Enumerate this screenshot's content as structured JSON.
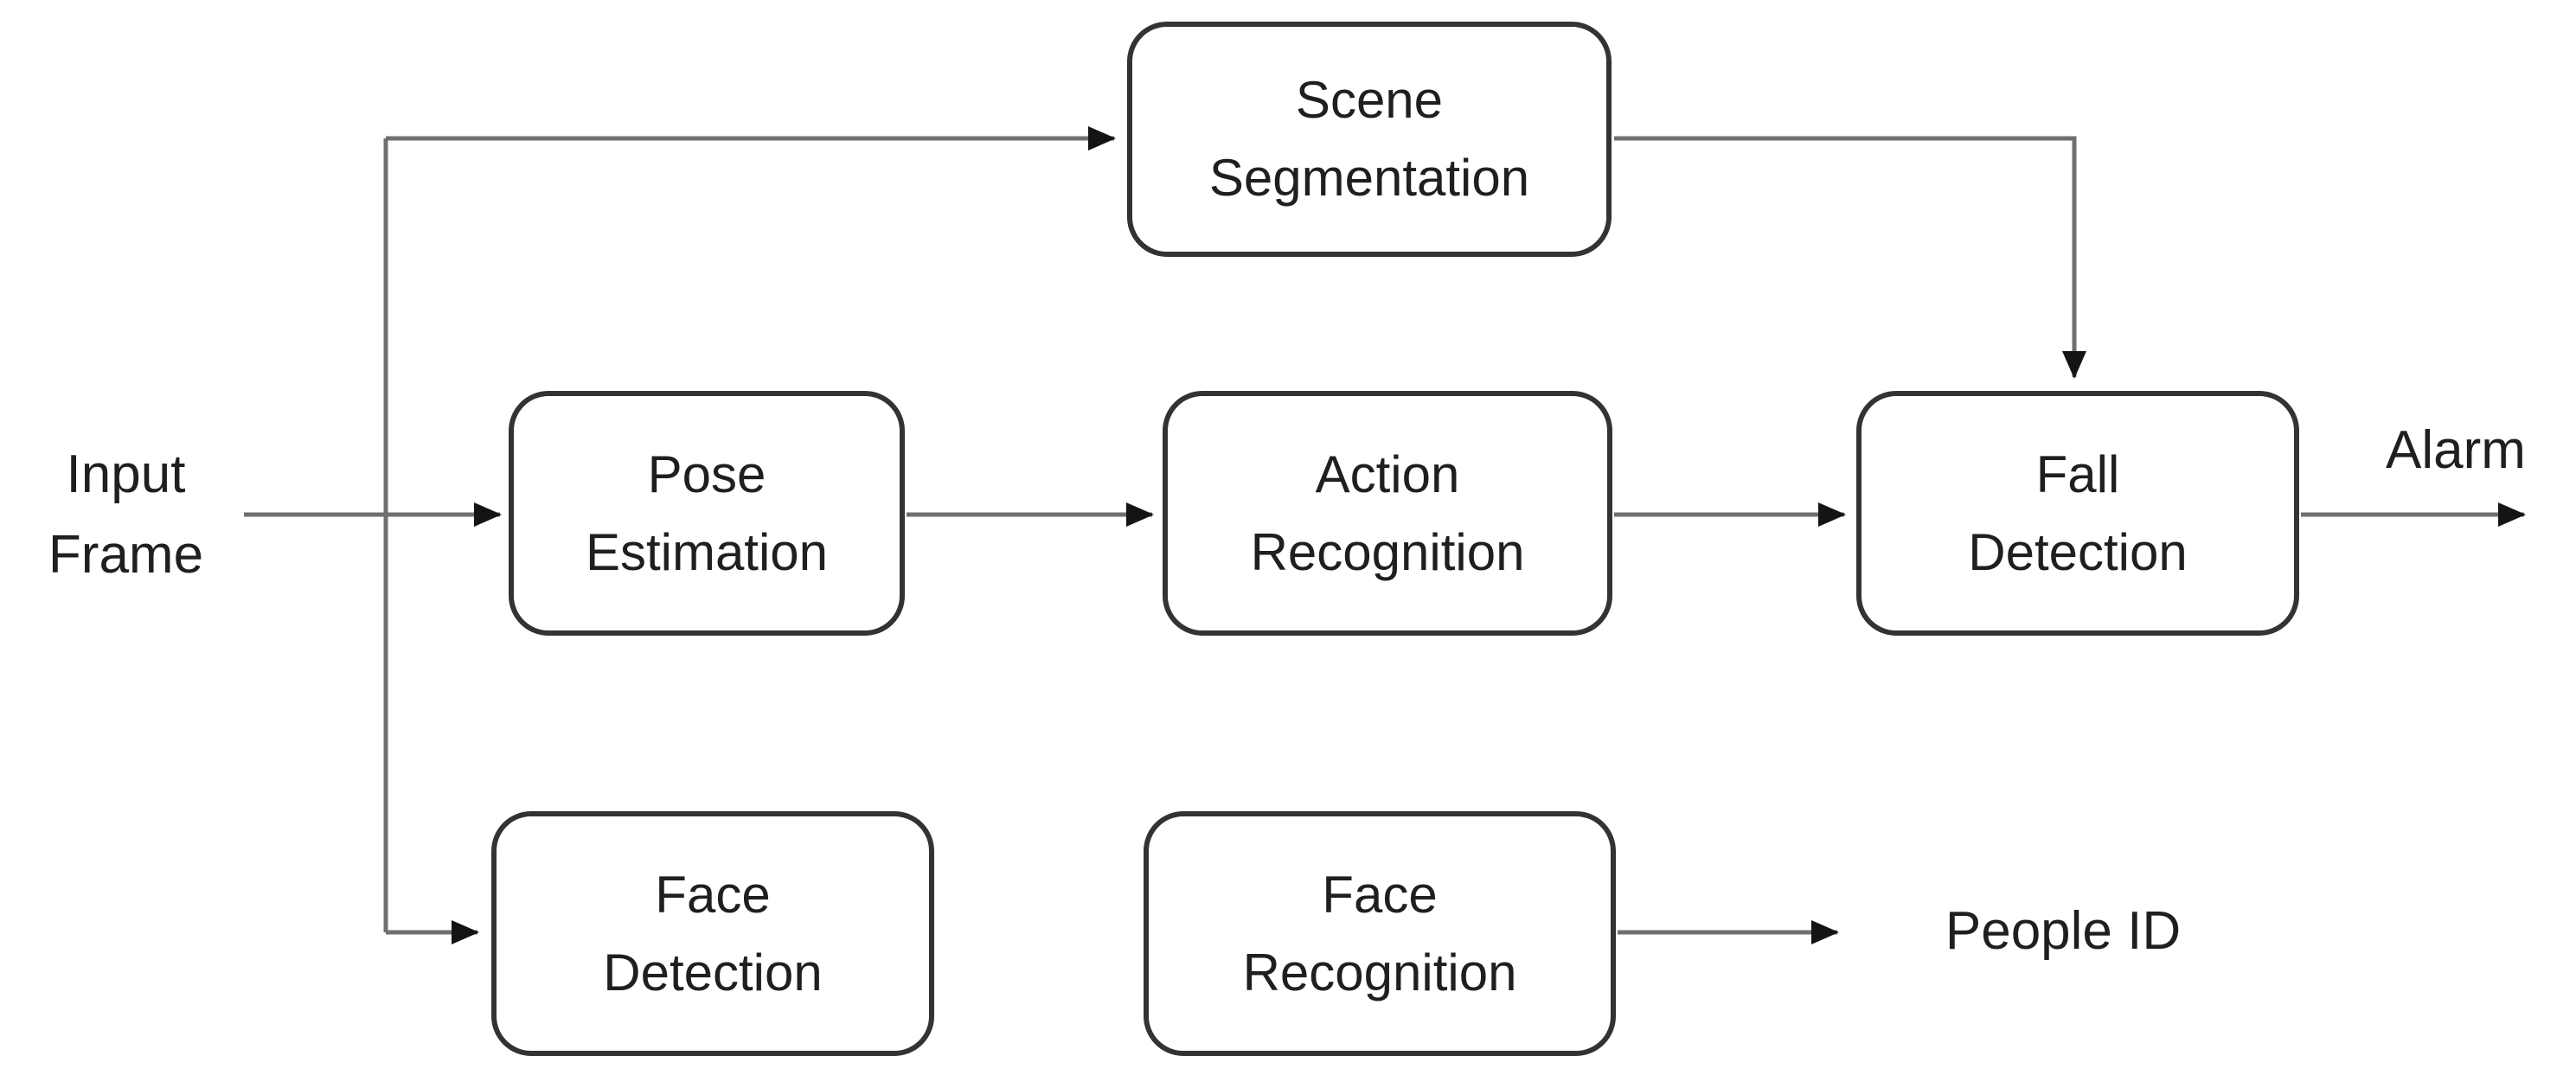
{
  "figure": {
    "type": "flowchart",
    "nodes": {
      "scene_segmentation": {
        "line1": "Scene",
        "line2": "Segmentation"
      },
      "pose_estimation": {
        "line1": "Pose",
        "line2": "Estimation"
      },
      "action_recognition": {
        "line1": "Action",
        "line2": "Recognition"
      },
      "fall_detection": {
        "line1": "Fall",
        "line2": "Detection"
      },
      "face_detection": {
        "line1": "Face",
        "line2": "Detection"
      },
      "face_recognition": {
        "line1": "Face",
        "line2": "Recognition"
      }
    },
    "io_labels": {
      "input_line1": "Input",
      "input_line2": "Frame",
      "alarm": "Alarm",
      "people_id": "People ID"
    },
    "colors": {
      "box_border": "#333333",
      "box_fill": "#ffffff",
      "text": "#1f1f1f",
      "connector": "#6f6f6f",
      "arrowhead": "#141414",
      "background": "#ffffff"
    }
  }
}
